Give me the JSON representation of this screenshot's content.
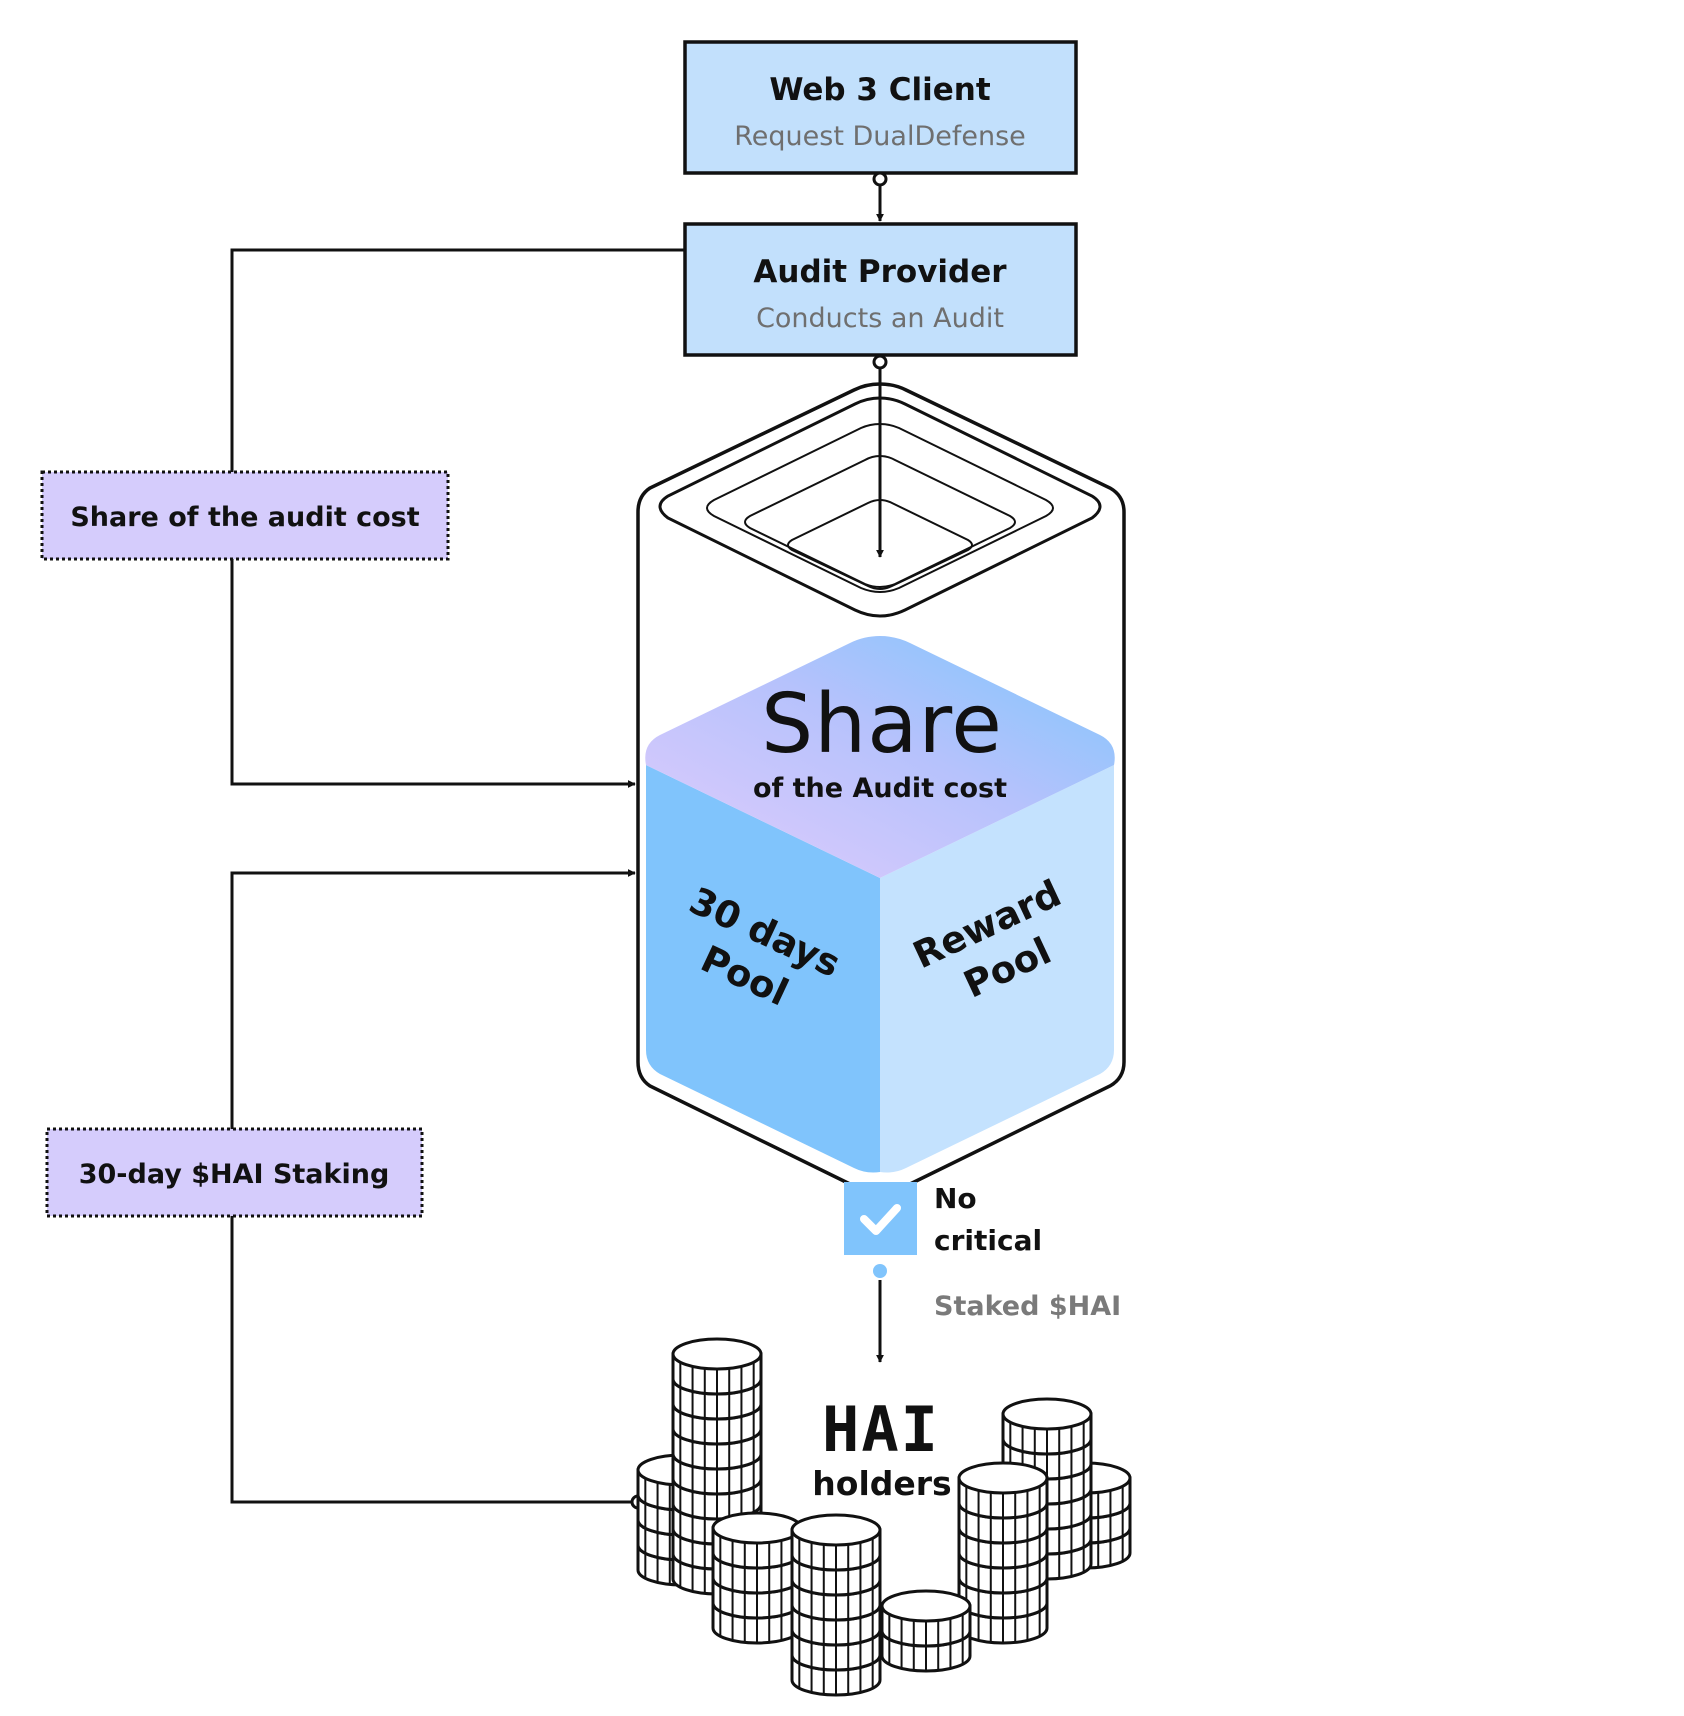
{
  "web3_client": {
    "title": "Web 3 Client",
    "subtitle": "Request DualDefense"
  },
  "audit_provider": {
    "title": "Audit Provider",
    "subtitle": "Conducts an Audit"
  },
  "audit_cost_label": "Share of the audit cost",
  "staking_label": "30-day $HAI Staking",
  "container": {
    "top_title": "Share",
    "top_subtitle": "of the Audit cost",
    "left_pool_line1": "30 days",
    "left_pool_line2": "Pool",
    "right_pool_line1": "Reward",
    "right_pool_line2": "Pool"
  },
  "condition": {
    "line1": "No",
    "line2": "critical",
    "check_icon": "checkmark-icon"
  },
  "flow_label": "Staked $HAI",
  "holders": {
    "logo": "HAI",
    "label": "holders"
  },
  "colors": {
    "box_fill": "#c2e0fc",
    "label_fill": "#d5ccfc",
    "pool_left": "#80c4fc",
    "pool_right": "#c4e2fe",
    "top_gradient_start": "#d8c8fc",
    "top_gradient_end": "#84c6fc"
  }
}
